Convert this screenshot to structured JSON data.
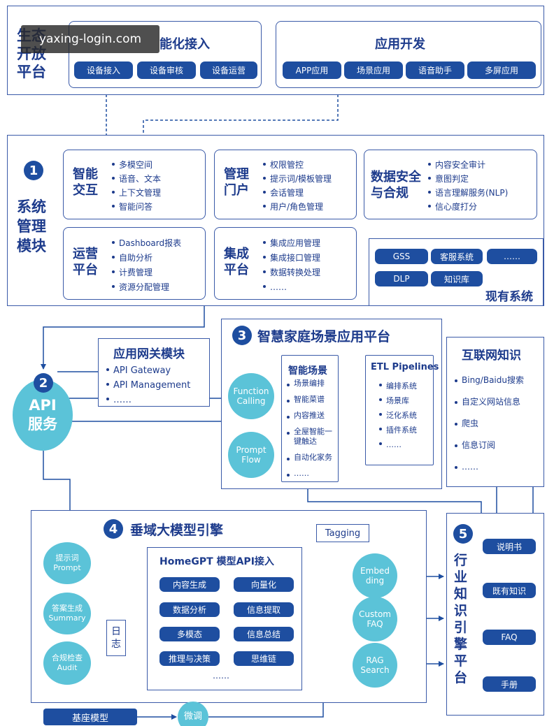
{
  "watermark": "yaxing-login.com",
  "ecosystem": {
    "title": "生态\n开放\n平台",
    "access": {
      "title": "能化接入",
      "buttons": [
        "设备接入",
        "设备审核",
        "设备运营"
      ]
    },
    "appdev": {
      "title": "应用开发",
      "buttons": [
        "APP应用",
        "场景应用",
        "语音助手",
        "多屏应用"
      ]
    }
  },
  "system": {
    "number": "1",
    "title": "系统\n管理\n模块",
    "cards": [
      {
        "title": "智能\n交互",
        "items": [
          "多模空间",
          "语音、文本",
          "上下文管理",
          "智能问答"
        ]
      },
      {
        "title": "管理\n门户",
        "items": [
          "权限管控",
          "提示词/模板管理",
          "会话管理",
          "用户/角色管理"
        ]
      },
      {
        "title": "数据安全\n与合规",
        "items": [
          "内容安全审计",
          "意图判定",
          "语言理解服务(NLP)",
          "信心度打分"
        ]
      },
      {
        "title": "运营\n平台",
        "items": [
          "Dashboard报表",
          "自助分析",
          "计费管理",
          "资源分配管理"
        ]
      },
      {
        "title": "集成\n平台",
        "items": [
          "集成应用管理",
          "集成接口管理",
          "数据转换处理",
          "……"
        ]
      }
    ],
    "existing": {
      "title": "现有系统",
      "buttons": [
        "GSS",
        "客服系统",
        "……",
        "DLP",
        "知识库"
      ]
    }
  },
  "gateway": {
    "title": "应用网关模块",
    "items": [
      "API Gateway",
      "API Management",
      "……"
    ]
  },
  "api": {
    "number": "2",
    "title": "API\n服务"
  },
  "smarthome": {
    "number": "3",
    "title": "智慧家庭场景应用平台",
    "function_calling": "Function\nCalling",
    "prompt_flow": "Prompt\nFlow",
    "scenes": {
      "title": "智能场景",
      "items": [
        "场景编排",
        "智能菜谱",
        "内容推送",
        "全屋智能一\n键触达",
        "自动化家务",
        "……"
      ]
    },
    "etl": {
      "title": "ETL Pipelines",
      "items": [
        "编排系统",
        "场景库",
        "泛化系统",
        "插件系统",
        "……"
      ]
    }
  },
  "internet": {
    "title": "互联网知识",
    "items": [
      "Bing/Baidu搜索",
      "自定义网站信息",
      "爬虫",
      "信息订阅",
      "……"
    ]
  },
  "engine": {
    "number": "4",
    "title": "垂域大模型引擎",
    "tagging": "Tagging",
    "left_circles": [
      "提示词\nPrompt",
      "答案生成\nSummary",
      "合规检查\nAudit"
    ],
    "log": "日\n志",
    "homegpt": {
      "title": "HomeGPT  模型API接入",
      "buttons": [
        "内容生成",
        "向量化",
        "数据分析",
        "信息提取",
        "多模态",
        "信息总结",
        "推理与决策",
        "思维链"
      ],
      "more": "……"
    },
    "right_circles": [
      "Embed\nding",
      "Custom\nFAQ",
      "RAG\nSearch"
    ],
    "base_model": "基座模型",
    "finetune": "微调"
  },
  "industry": {
    "number": "5",
    "title": "行\n业\n知\n识\n引\n擎\n平\n台",
    "buttons": [
      "说明书",
      "既有知识",
      "FAQ",
      "手册"
    ]
  }
}
